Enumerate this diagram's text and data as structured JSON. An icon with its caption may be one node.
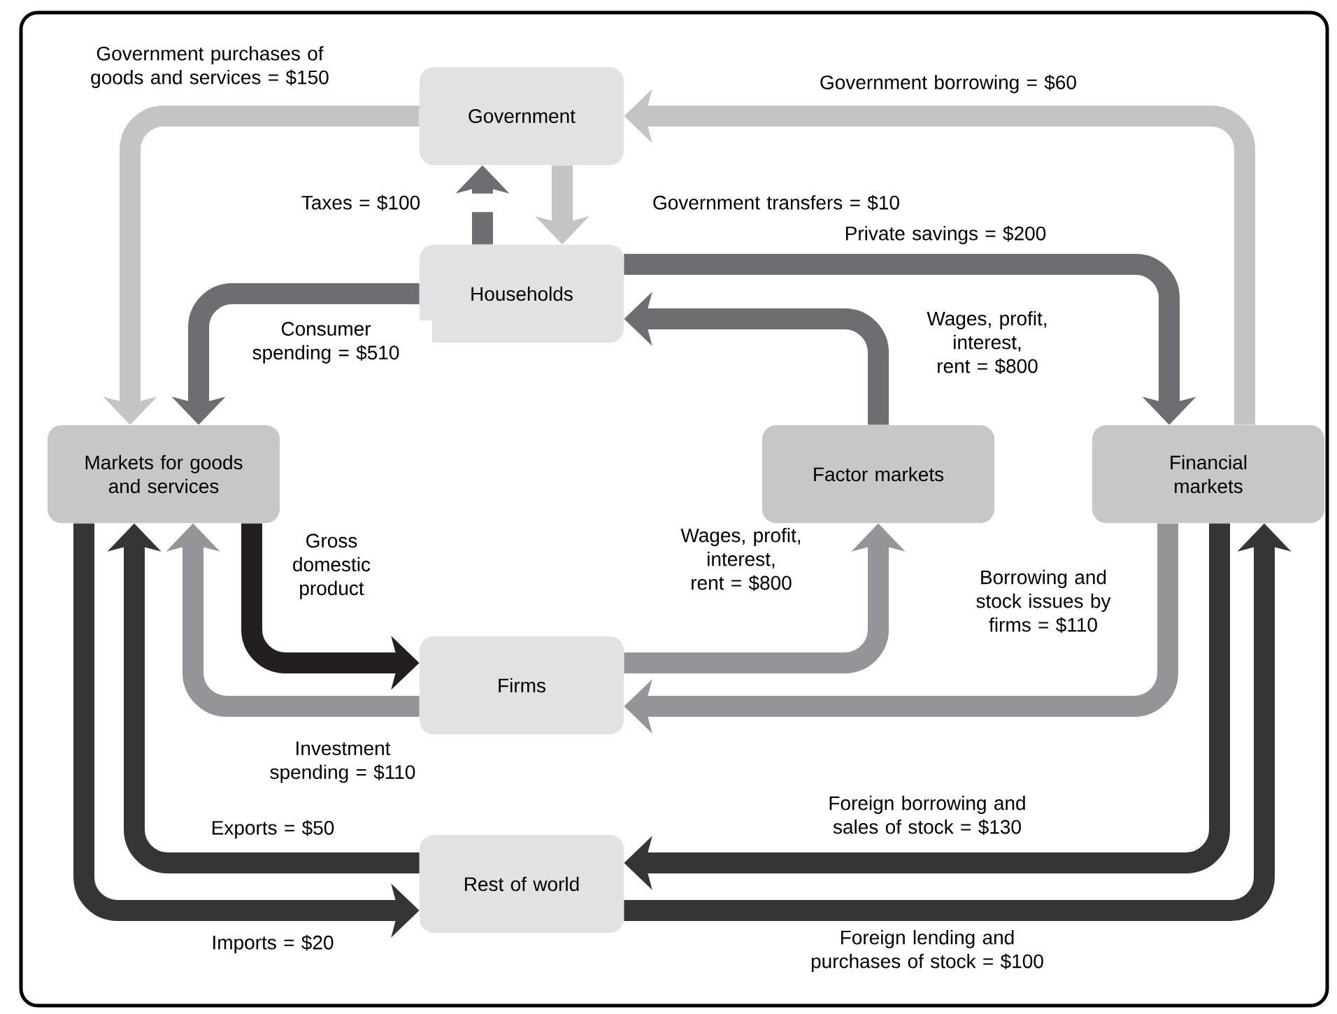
{
  "diagram": {
    "nodes": [
      {
        "text": [
          "Government"
        ]
      },
      {
        "text": [
          "Households"
        ]
      },
      {
        "text": [
          "Markets for goods and services"
        ]
      },
      {
        "text": [
          "Factor markets"
        ]
      },
      {
        "text": [
          "Financial markets"
        ]
      },
      {
        "text": [
          "Firms"
        ]
      },
      {
        "text": [
          "Rest of world"
        ]
      }
    ],
    "edges": [
      {
        "from": 0,
        "to": 2,
        "arrow": "to",
        "label": "Government purchases of goods and services = $150",
        "color": "#c3c4c6"
      },
      {
        "from": 1,
        "to": 0,
        "arrow": "to",
        "label": "Taxes = $100",
        "color": "#6d6e71"
      },
      {
        "from": 0,
        "to": 1,
        "arrow": "to",
        "label": "Government transfers = $10",
        "color": "#c3c4c6"
      },
      {
        "from": 1,
        "to": 2,
        "arrow": "to",
        "label": "Consumer spending = $510",
        "color": "#6d6e71"
      },
      {
        "from": 1,
        "to": 4,
        "arrow": "to",
        "label": "Private savings = $200",
        "color": "#6d6e71"
      },
      {
        "from": 3,
        "to": 1,
        "arrow": "to",
        "label": "Wages, profit, interest, rent = $800",
        "color": "#6d6e71"
      },
      {
        "from": 4,
        "to": 0,
        "arrow": "to",
        "label": "Government borrowing = $60",
        "color": "#c3c4c6"
      },
      {
        "from": 2,
        "to": 5,
        "arrow": "to",
        "label": "Gross domestic product",
        "color": "#231f20"
      },
      {
        "from": 5,
        "to": 2,
        "arrow": "to",
        "label": "Investment spending = $110",
        "color": "#939598"
      },
      {
        "from": 5,
        "to": 3,
        "arrow": "to",
        "label": "Wages, profit, interest, rent = $800",
        "color": "#939598"
      },
      {
        "from": 4,
        "to": 5,
        "arrow": "to",
        "label": "Borrowing and stock issues by firms = $110",
        "color": "#939598"
      },
      {
        "from": 6,
        "to": 2,
        "arrow": "to",
        "label": "Exports = $50",
        "color": "#363435"
      },
      {
        "from": 2,
        "to": 6,
        "arrow": "to",
        "label": "Imports = $20",
        "color": "#363435"
      },
      {
        "from": 4,
        "to": 6,
        "arrow": "to",
        "label": "Foreign borrowing and sales of stock = $130",
        "color": "#363435"
      },
      {
        "from": 6,
        "to": 4,
        "arrow": "to",
        "label": "Foreign lending and purchases of stock = $100",
        "color": "#363435"
      }
    ]
  }
}
